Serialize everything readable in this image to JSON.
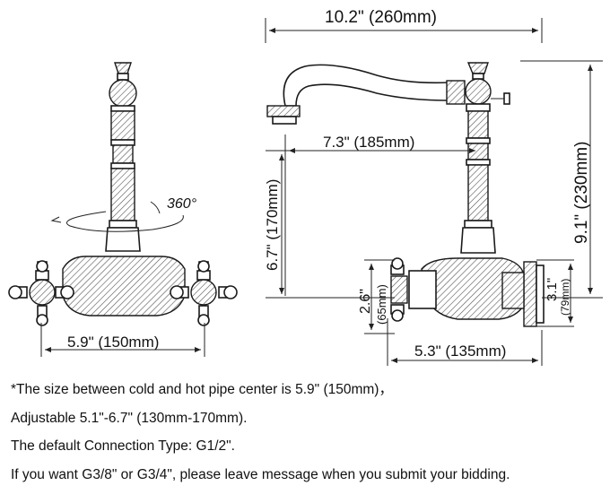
{
  "dimensions": {
    "top_reach": "10.2\" (260mm)",
    "spout_reach": "7.3\" (185mm)",
    "total_height": "9.1\" (230mm)",
    "spout_height": "6.7\" (170mm)",
    "front_center": "5.9\" (150mm)",
    "side_depth": "5.3\" (135mm)",
    "rotation": "360°",
    "base_height_in": "2.6\"",
    "base_height_mm": "(65mm)",
    "flange_height_in": "3.1\"",
    "flange_height_mm": "(79mm)"
  },
  "notes": [
    "*The size between cold and hot pipe center is 5.9\" (150mm)，",
    "Adjustable 5.1\"-6.7\" (130mm-170mm).",
    "The default Connection Type: G1/2\".",
    "If you want G3/8\" or G3/4\", please leave message when you submit your bidding."
  ]
}
